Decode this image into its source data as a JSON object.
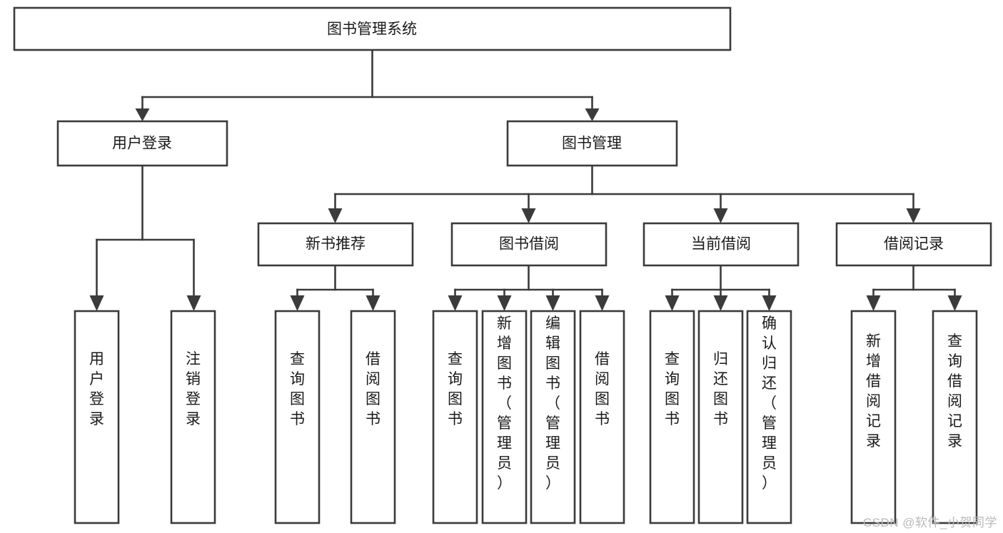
{
  "diagram": {
    "type": "tree-hierarchy-chart",
    "title": "图书管理系统",
    "watermark": "CSDN @软件_小贺同学",
    "colors": {
      "box_stroke": "#3b3b3b",
      "box_fill": "#ffffff",
      "text": "#1a1a1a",
      "connector": "#3b3b3b",
      "watermark": "#b9b9b9",
      "background": "#ffffff"
    },
    "levels": [
      {
        "level": 1,
        "nodes": [
          {
            "id": "root",
            "label": "图书管理系统",
            "orientation": "horizontal"
          }
        ]
      },
      {
        "level": 2,
        "nodes": [
          {
            "id": "login",
            "label": "用户登录",
            "orientation": "horizontal",
            "parent": "root"
          },
          {
            "id": "bookmgmt",
            "label": "图书管理",
            "orientation": "horizontal",
            "parent": "root"
          }
        ]
      },
      {
        "level": 3,
        "nodes": [
          {
            "id": "newbook",
            "label": "新书推荐",
            "orientation": "horizontal",
            "parent": "bookmgmt"
          },
          {
            "id": "borrow",
            "label": "图书借阅",
            "orientation": "horizontal",
            "parent": "bookmgmt"
          },
          {
            "id": "current",
            "label": "当前借阅",
            "orientation": "horizontal",
            "parent": "bookmgmt"
          },
          {
            "id": "record",
            "label": "借阅记录",
            "orientation": "horizontal",
            "parent": "bookmgmt"
          }
        ]
      },
      {
        "level": 4,
        "nodes": [
          {
            "id": "leaf-1",
            "label": "用户登录",
            "orientation": "vertical",
            "parent": "login"
          },
          {
            "id": "leaf-2",
            "label": "注销登录",
            "orientation": "vertical",
            "parent": "login"
          },
          {
            "id": "leaf-3",
            "label": "查询图书",
            "orientation": "vertical",
            "parent": "newbook"
          },
          {
            "id": "leaf-4",
            "label": "借阅图书",
            "orientation": "vertical",
            "parent": "newbook"
          },
          {
            "id": "leaf-5",
            "label": "查询图书",
            "orientation": "vertical",
            "parent": "borrow"
          },
          {
            "id": "leaf-6",
            "label": "新增图书（管理员）",
            "orientation": "vertical",
            "parent": "borrow"
          },
          {
            "id": "leaf-7",
            "label": "编辑图书（管理员）",
            "orientation": "vertical",
            "parent": "borrow"
          },
          {
            "id": "leaf-8",
            "label": "借阅图书",
            "orientation": "vertical",
            "parent": "borrow"
          },
          {
            "id": "leaf-9",
            "label": "查询图书",
            "orientation": "vertical",
            "parent": "current"
          },
          {
            "id": "leaf-10",
            "label": "归还图书",
            "orientation": "vertical",
            "parent": "current"
          },
          {
            "id": "leaf-11",
            "label": "确认归还（管理员）",
            "orientation": "vertical",
            "parent": "current"
          },
          {
            "id": "leaf-12",
            "label": "新增借阅记录",
            "orientation": "vertical",
            "parent": "record"
          },
          {
            "id": "leaf-13",
            "label": "查询借阅记录",
            "orientation": "vertical",
            "parent": "record"
          }
        ]
      }
    ]
  }
}
